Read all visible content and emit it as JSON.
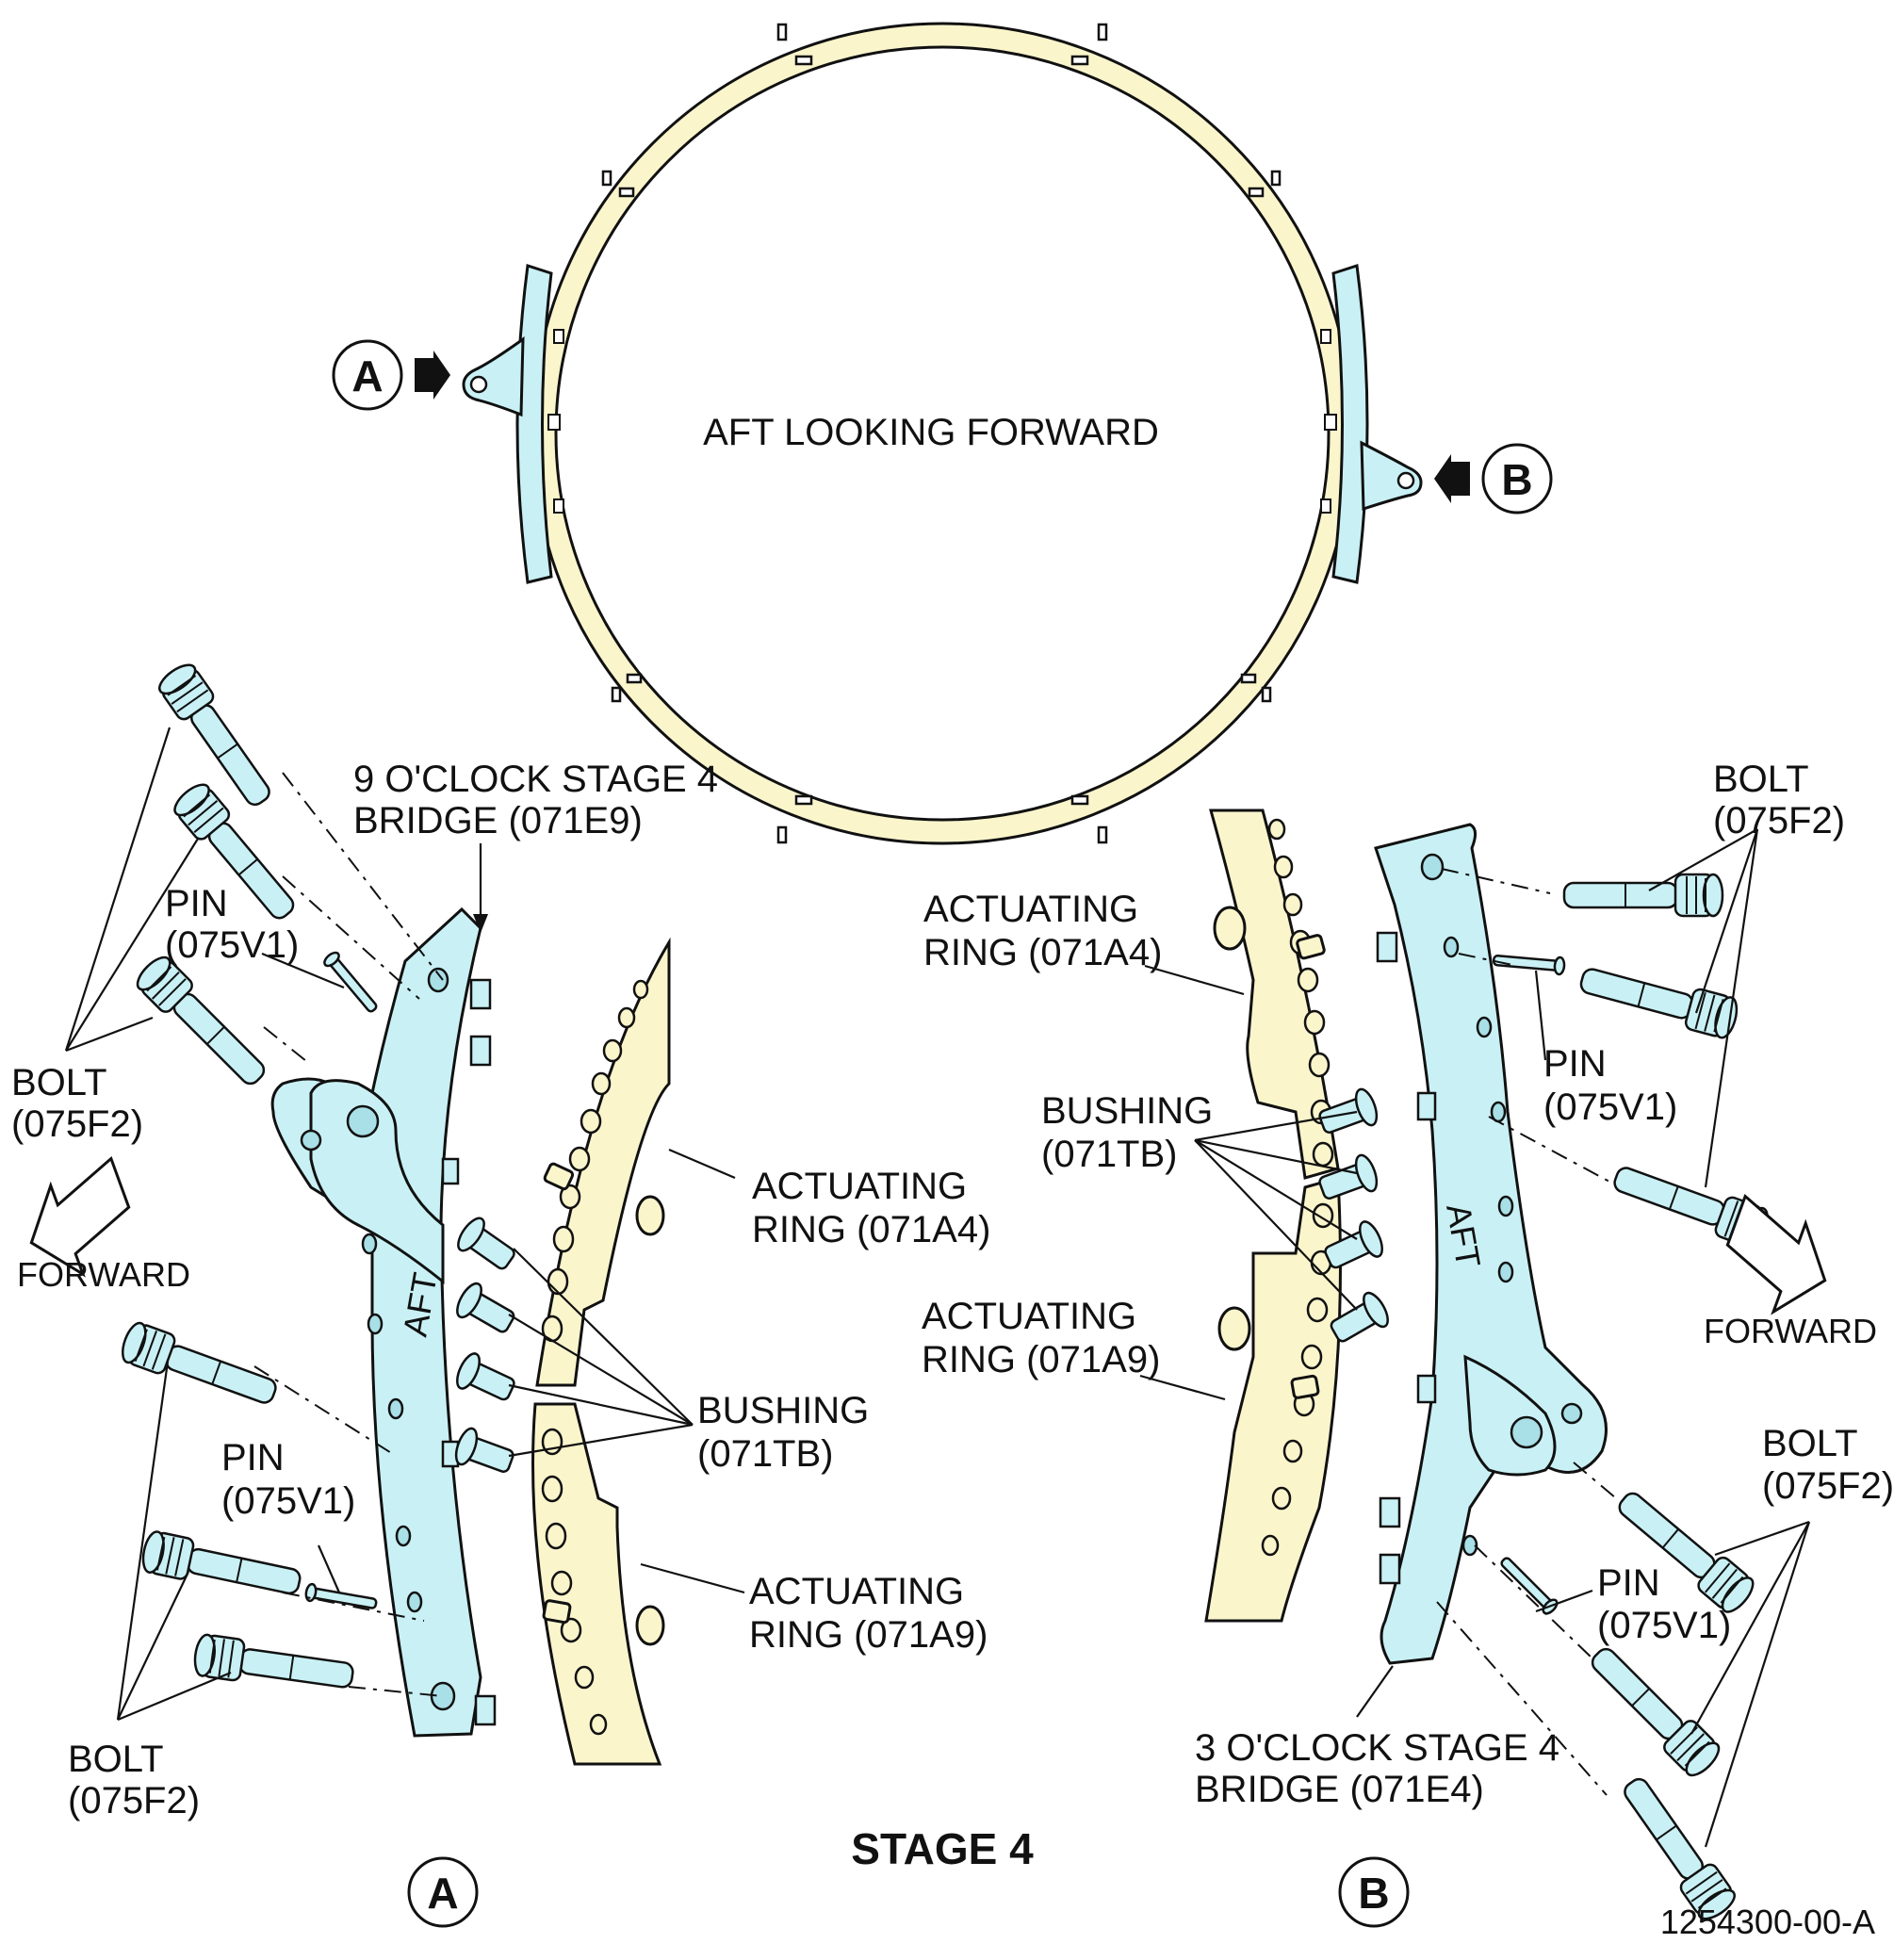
{
  "top_view": {
    "caption": "AFT LOOKING FORWARD",
    "callout_a": "A",
    "callout_b": "B"
  },
  "detail_a": {
    "bridge_line1": "9 O'CLOCK STAGE 4",
    "bridge_line2": "BRIDGE (071E9)",
    "pin_top_line1": "PIN",
    "pin_top_line2": "(075V1)",
    "bolt_left_line1": "BOLT",
    "bolt_left_line2": "(075F2)",
    "forward": "FORWARD",
    "ring_a4_line1": "ACTUATING",
    "ring_a4_line2": "RING (071A4)",
    "bushing_line1": "BUSHING",
    "bushing_line2": "(071TB)",
    "pin_bottom_line1": "PIN",
    "pin_bottom_line2": "(075V1)",
    "ring_a9_line1": "ACTUATING",
    "ring_a9_line2": "RING (071A9)",
    "bolt_bottom_line1": "BOLT",
    "bolt_bottom_line2": "(075F2)",
    "aft_mark": "AFT",
    "callout": "A"
  },
  "detail_b": {
    "ring_a4_line1": "ACTUATING",
    "ring_a4_line2": "RING (071A4)",
    "bushing_line1": "BUSHING",
    "bushing_line2": "(071TB)",
    "ring_a9_line1": "ACTUATING",
    "ring_a9_line2": "RING (071A9)",
    "bolt_top_line1": "BOLT",
    "bolt_top_line2": "(075F2)",
    "pin_top_line1": "PIN",
    "pin_top_line2": "(075V1)",
    "forward": "FORWARD",
    "bolt_bottom_line1": "BOLT",
    "bolt_bottom_line2": "(075F2)",
    "pin_bottom_line1": "PIN",
    "pin_bottom_line2": "(075V1)",
    "bridge_line1": "3 O'CLOCK STAGE 4",
    "bridge_line2": "BRIDGE (071E4)",
    "aft_mark": "AFT",
    "callout": "B"
  },
  "footer": {
    "stage": "STAGE 4",
    "figure_id": "1254300-00-A"
  }
}
